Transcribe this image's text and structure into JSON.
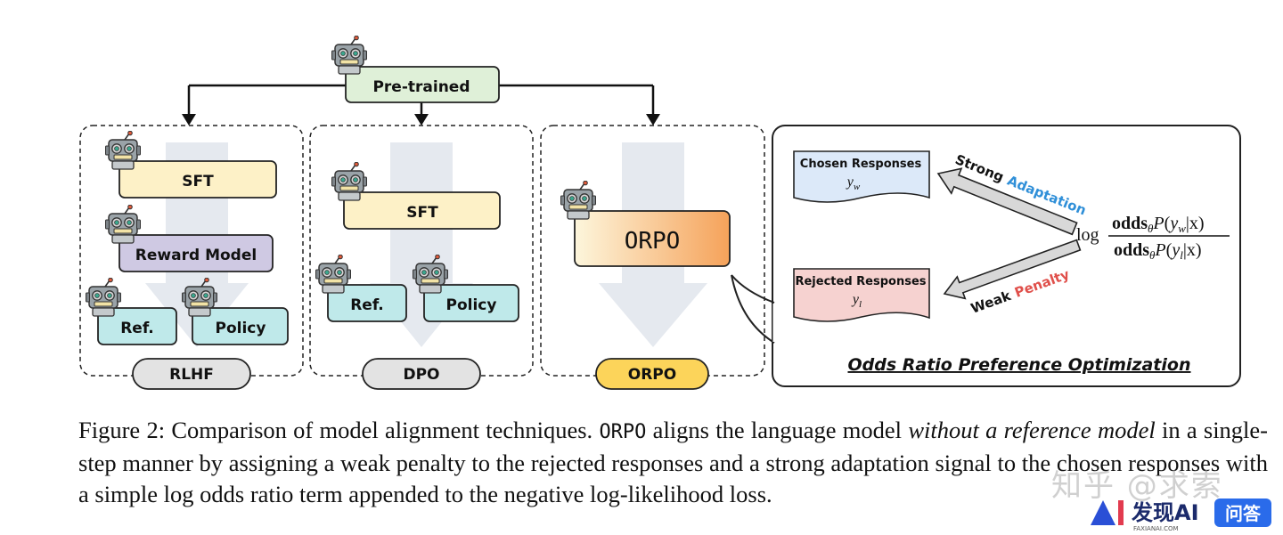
{
  "figure": {
    "top_node": "Pre-trained",
    "rlhf": {
      "sft": "SFT",
      "reward": "Reward Model",
      "ref": "Ref.",
      "policy": "Policy",
      "label": "RLHF"
    },
    "dpo": {
      "sft": "SFT",
      "ref": "Ref.",
      "policy": "Policy",
      "label": "DPO"
    },
    "orpo": {
      "node": "ORPO",
      "label": "ORPO"
    },
    "panel": {
      "chosen_title": "Chosen Responses",
      "chosen_var": "y",
      "chosen_sub": "w",
      "rejected_title": "Rejected Responses",
      "rejected_var": "y",
      "rejected_sub": "l",
      "strong": "Strong",
      "adaptation": "Adaptation",
      "weak": "Weak",
      "penalty": "Penalty",
      "log": "log",
      "odds": "odds",
      "theta": "θ",
      "prob": "P",
      "given": "|x)",
      "title": "Odds Ratio Preference Optimization"
    },
    "colors": {
      "pretrained": "#dff0d8",
      "sft": "#fdf1c7",
      "reward": "#cfc9e3",
      "refpolicy": "#bfe9ea",
      "orpo_start": "#fdf6dc",
      "orpo_end": "#f5a25a",
      "chosen": "#dce9f9",
      "rejected": "#f6d2d0",
      "adaptation": "#2f8fd8",
      "penalty": "#e0504b",
      "orpo_label": "#fcd45a",
      "grey_label": "#e3e3e3"
    }
  },
  "caption": {
    "prefix": "Figure 2: Comparison of model alignment techniques. ",
    "method": "ORPO",
    "middle": " aligns the language model ",
    "emph": "without a reference model",
    "rest": " in a single-step manner by assigning a weak penalty to the rejected responses and a strong adaptation signal to the chosen responses with a simple log odds ratio term appended to the negative log-likelihood loss."
  },
  "watermark": {
    "zhihu": "知乎 @求索",
    "brand": "发现AI",
    "brand_sub": "FAXIANAI.COM",
    "ask": "问答"
  }
}
